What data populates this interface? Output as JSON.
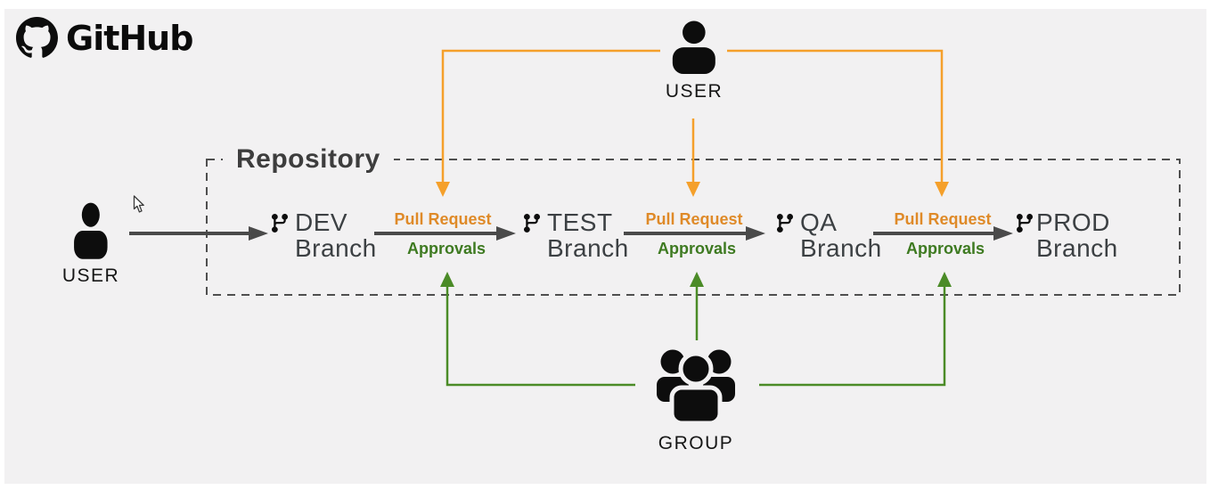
{
  "logo": {
    "text": "GitHub"
  },
  "repository": {
    "label": "Repository"
  },
  "actors": {
    "top_user": {
      "label": "USER"
    },
    "left_user": {
      "label": "USER"
    },
    "group": {
      "label": "GROUP"
    }
  },
  "branches": [
    {
      "name": "DEV",
      "type_label": "Branch"
    },
    {
      "name": "TEST",
      "type_label": "Branch"
    },
    {
      "name": "QA",
      "type_label": "Branch"
    },
    {
      "name": "PROD",
      "type_label": "Branch"
    }
  ],
  "transitions": [
    {
      "pull_request_label": "Pull Request",
      "approvals_label": "Approvals"
    },
    {
      "pull_request_label": "Pull Request",
      "approvals_label": "Approvals"
    },
    {
      "pull_request_label": "Pull Request",
      "approvals_label": "Approvals"
    }
  ],
  "icons": {
    "logo": "github-octocat-icon",
    "branch": "git-branch-icon",
    "user": "person-icon",
    "group": "people-group-icon",
    "cursor": "mouse-pointer-icon"
  },
  "colors": {
    "panel_bg": "#f2f1f2",
    "orange": "#F5A02B",
    "orange_text": "#DF8A28",
    "green": "#4B8B27",
    "green_text": "#3E7A21",
    "arrow_dark": "#4A4A4A",
    "border_dashed": "#4F4F4F",
    "text_dark": "#3C4043",
    "icon_black": "#0D0D0D"
  }
}
